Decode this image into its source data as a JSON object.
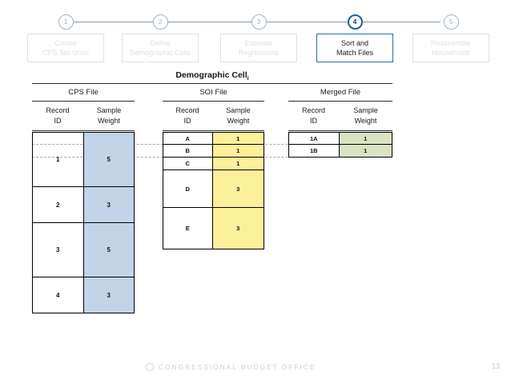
{
  "stepper": {
    "steps": [
      {
        "number": "1",
        "label_line1": "Create",
        "label_line2": "CPS Tax Units",
        "active": false
      },
      {
        "number": "2",
        "label_line1": "Define",
        "label_line2": "Demographic Cells",
        "active": false
      },
      {
        "number": "3",
        "label_line1": "Estimate",
        "label_line2": "Regressions",
        "active": false
      },
      {
        "number": "4",
        "label_line1": "Sort and",
        "label_line2": "Match Files",
        "active": true
      },
      {
        "number": "5",
        "label_line1": "Reassemble",
        "label_line2": "Households",
        "active": false
      }
    ]
  },
  "title": {
    "text": "Demographic Cell",
    "subscript": "i"
  },
  "tables": {
    "cps": {
      "file_title": "CPS File",
      "columns": [
        "Record ID",
        "Sample Weight"
      ],
      "col_head_1_line1": "Record",
      "col_head_1_line2": "ID",
      "col_head_2_line1": "Sample",
      "col_head_2_line2": "Weight",
      "rows": [
        {
          "id": "1",
          "weight": "5"
        },
        {
          "id": "2",
          "weight": "3"
        },
        {
          "id": "3",
          "weight": "5"
        },
        {
          "id": "4",
          "weight": "3"
        }
      ]
    },
    "soi": {
      "file_title": "SOI File",
      "columns": [
        "Record ID",
        "Sample Weight"
      ],
      "col_head_1_line1": "Record",
      "col_head_1_line2": "ID",
      "col_head_2_line1": "Sample",
      "col_head_2_line2": "Weight",
      "rows": [
        {
          "id": "A",
          "weight": "1"
        },
        {
          "id": "B",
          "weight": "1"
        },
        {
          "id": "C",
          "weight": "1"
        },
        {
          "id": "D",
          "weight": "3"
        },
        {
          "id": "E",
          "weight": "3"
        }
      ]
    },
    "merged": {
      "file_title": "Merged File",
      "columns": [
        "Record ID",
        "Sample Weight"
      ],
      "col_head_1_line1": "Record",
      "col_head_1_line2": "ID",
      "col_head_2_line1": "Sample",
      "col_head_2_line2": "Weight",
      "rows": [
        {
          "id": "1A",
          "weight": "1"
        },
        {
          "id": "1B",
          "weight": "1"
        }
      ]
    }
  },
  "colors": {
    "cps_weight": "#c3d4e8",
    "soi_weight": "#fcf19a",
    "merged_weight": "#d9e3c2",
    "active_step": "#2a6aae",
    "connector": "#5a7795"
  },
  "footer": {
    "organization": "CONGRESSIONAL BUDGET OFFICE",
    "page_number": "13"
  }
}
